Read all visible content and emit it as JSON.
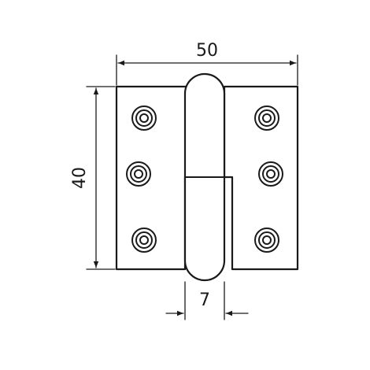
{
  "dimensions": {
    "width": "50",
    "height": "40",
    "pin": "7"
  },
  "colors": {
    "stroke": "#1a1a1a",
    "background": "#ffffff"
  }
}
